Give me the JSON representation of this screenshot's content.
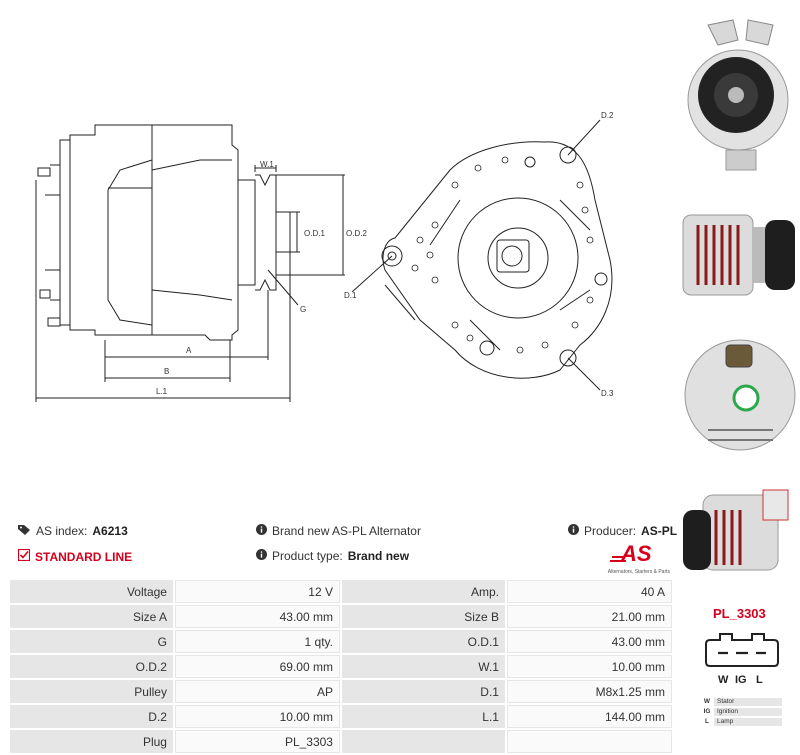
{
  "drawing": {
    "labels": {
      "w1": "W.1",
      "od1": "O.D.1",
      "od2": "O.D.2",
      "g": "G",
      "a": "A",
      "b": "B",
      "l1": "L.1",
      "d1": "D.1",
      "d2": "D.2",
      "d3": "D.3"
    }
  },
  "header": {
    "as_index_label": "AS index:",
    "as_index_value": "A6213",
    "standard_line": "STANDARD LINE",
    "brand_text": "Brand new AS-PL Alternator",
    "product_type_label": "Product type:",
    "product_type_value": "Brand new",
    "producer_label": "Producer:",
    "producer_value": "AS-PL",
    "logo_text": "AS",
    "logo_tagline": "Alternators, Starters & Parts"
  },
  "specs": [
    {
      "label1": "Voltage",
      "value1": "12 V",
      "label2": "Amp.",
      "value2": "40 A"
    },
    {
      "label1": "Size A",
      "value1": "43.00 mm",
      "label2": "Size B",
      "value2": "21.00 mm"
    },
    {
      "label1": "G",
      "value1": "1 qty.",
      "label2": "O.D.1",
      "value2": "43.00 mm"
    },
    {
      "label1": "O.D.2",
      "value1": "69.00 mm",
      "label2": "W.1",
      "value2": "10.00 mm"
    },
    {
      "label1": "Pulley",
      "value1": "AP",
      "label2": "D.1",
      "value2": "M8x1.25 mm"
    },
    {
      "label1": "D.2",
      "value1": "10.00 mm",
      "label2": "L.1",
      "value2": "144.00 mm"
    },
    {
      "label1": "Plug",
      "value1": "PL_3303",
      "label2": "",
      "value2": ""
    }
  ],
  "plug": {
    "title": "PL_3303",
    "pins": [
      "W",
      "IG",
      "L"
    ],
    "legend": [
      {
        "key": "W",
        "value": "Stator"
      },
      {
        "key": "IG",
        "value": "Ignition"
      },
      {
        "key": "L",
        "value": "Lamp"
      }
    ]
  }
}
